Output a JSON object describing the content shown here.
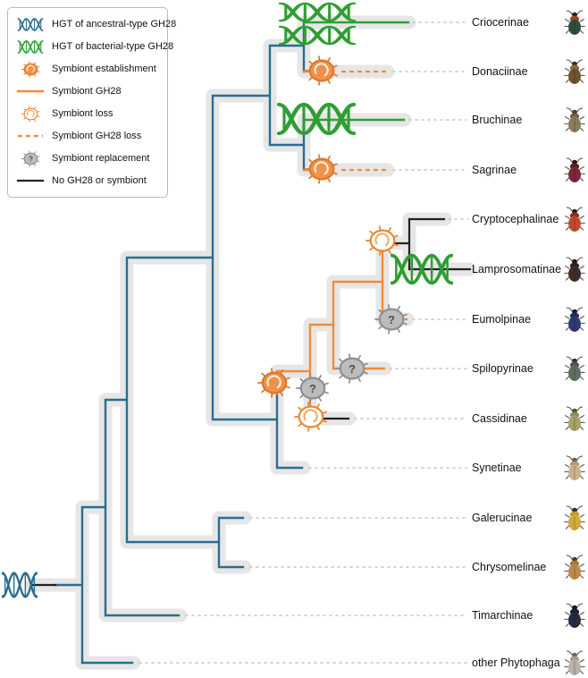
{
  "palette": {
    "blue": "#2a6d90",
    "green": "#2f9e33",
    "orange": "#ef8c3a",
    "orange_dark": "#d9782a",
    "black": "#222222",
    "gray_shadow": "#e6e6e6",
    "symbiont_gray": "#bcbcbc",
    "leader": "#c6c6c6"
  },
  "marks": {
    "question": "?"
  },
  "legend": {
    "items": [
      {
        "icon": "dna-ancestral-icon",
        "label": "HGT of ancestral-type GH28"
      },
      {
        "icon": "dna-bacterial-icon",
        "label": "HGT of bacterial-type GH28"
      },
      {
        "icon": "symbiont-establishment-icon",
        "label": "Symbiont establishment"
      },
      {
        "icon": "symbiont-gh28-line-icon",
        "label": "Symbiont GH28"
      },
      {
        "icon": "symbiont-loss-icon",
        "label": "Symbiont loss"
      },
      {
        "icon": "symbiont-gh28-loss-line-icon",
        "label": "Symbiont GH28 loss"
      },
      {
        "icon": "symbiont-replacement-icon",
        "label": "Symbiont replacement"
      },
      {
        "icon": "no-gh28-line-icon",
        "label": "No GH28 or symbiont"
      }
    ]
  },
  "taxa": [
    {
      "label": "Criocerinae",
      "beetle": {
        "body": "#2f4f3c",
        "pronotum": "#b0402a",
        "head": "#26221c"
      }
    },
    {
      "label": "Donaciinae",
      "beetle": {
        "body": "#6f5230",
        "pronotum": "#8a6a3a",
        "head": "#3a2c1a"
      }
    },
    {
      "label": "Bruchinae",
      "beetle": {
        "body": "#8a7a5e",
        "pronotum": "#6e5f47",
        "head": "#4a3f2e"
      }
    },
    {
      "label": "Sagrinae",
      "beetle": {
        "body": "#7c2836",
        "pronotum": "#5c1d28",
        "head": "#33121c"
      }
    },
    {
      "label": "Cryptocephalinae",
      "beetle": {
        "body": "#bf4a2e",
        "pronotum": "#8f2d1c",
        "head": "#2b201c"
      }
    },
    {
      "label": "Lamprosomatinae",
      "beetle": {
        "body": "#3c2f28",
        "pronotum": "#2f2420",
        "head": "#1f1713"
      }
    },
    {
      "label": "Eumolpinae",
      "beetle": {
        "body": "#2f3b6e",
        "pronotum": "#252e56",
        "head": "#181f3a"
      }
    },
    {
      "label": "Spilopyrinae",
      "beetle": {
        "body": "#5f6e62",
        "pronotum": "#4c584e",
        "head": "#31382f"
      }
    },
    {
      "label": "Cassidinae",
      "beetle": {
        "body": "#a8a06a",
        "pronotum": "#8f8a58",
        "head": "#565230"
      }
    },
    {
      "label": "Synetinae",
      "beetle": {
        "body": "#c9b38a",
        "pronotum": "#b09a72",
        "head": "#6e5c42"
      }
    },
    {
      "label": "Galerucinae",
      "beetle": {
        "body": "#d2aa3c",
        "pronotum": "#c3992f",
        "head": "#332c14"
      }
    },
    {
      "label": "Chrysomelinae",
      "beetle": {
        "body": "#b98a4a",
        "pronotum": "#a5763a",
        "head": "#4a3a20"
      }
    },
    {
      "label": "Timarchinae",
      "beetle": {
        "body": "#262a40",
        "pronotum": "#1c1f30",
        "head": "#121524"
      }
    },
    {
      "label": "other Phytophaga",
      "beetle": {
        "body": "#b9b2a6",
        "pronotum": "#a59d8f",
        "head": "#6e6659"
      }
    }
  ],
  "events": [
    {
      "type": "hgt-ancestral",
      "on": "root branch"
    },
    {
      "type": "hgt-bacterial",
      "count": 2,
      "on": "Criocerinae branch"
    },
    {
      "type": "symbiont-establishment",
      "on": "Donaciinae branch"
    },
    {
      "type": "symbiont-gh28-loss",
      "on": "Donaciinae branch"
    },
    {
      "type": "hgt-bacterial",
      "on": "Bruchinae branch"
    },
    {
      "type": "symbiont-establishment",
      "on": "Sagrinae branch"
    },
    {
      "type": "symbiont-gh28-loss",
      "on": "Sagrinae branch"
    },
    {
      "type": "symbiont-establishment",
      "on": "stem of Cryptocephalinae-Cassidinae clade"
    },
    {
      "type": "symbiont-loss",
      "on": "stem of Cryptocephalinae+Lamprosomatinae"
    },
    {
      "type": "no-gh28-or-symbiont",
      "on": "Cryptocephalinae branch"
    },
    {
      "type": "hgt-bacterial",
      "on": "Lamprosomatinae branch"
    },
    {
      "type": "symbiont-replacement",
      "on": "Eumolpinae branch"
    },
    {
      "type": "symbiont-replacement",
      "on": "Spilopyrinae branch"
    },
    {
      "type": "symbiont-replacement",
      "on": "branch toward Cassidinae"
    },
    {
      "type": "symbiont-loss",
      "on": "Cassidinae branch"
    }
  ]
}
